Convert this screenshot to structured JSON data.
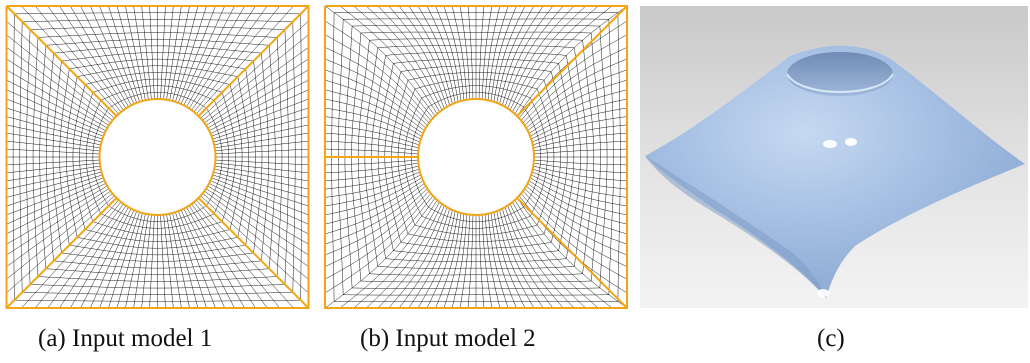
{
  "figure": {
    "panels": [
      {
        "id": "a",
        "caption": "(a) Input model 1",
        "kind": "quad-mesh-square-with-circular-hole",
        "partition": "four-quadrant"
      },
      {
        "id": "b",
        "caption": "(b) Input model 2",
        "kind": "quad-mesh-square-with-circular-hole",
        "partition": "three-patch-with-left-seam"
      },
      {
        "id": "c",
        "caption": "(c)",
        "kind": "rendered-surface"
      }
    ],
    "colors": {
      "mesh_line": "#1a1a1a",
      "seam_line": "#f2a516",
      "surface": "#a9c4e6",
      "background": "#ffffff"
    }
  }
}
